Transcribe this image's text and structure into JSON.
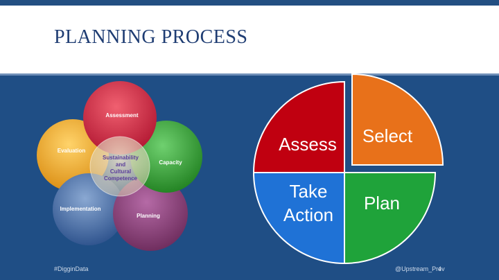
{
  "slide": {
    "title": "PLANNING PROCESS",
    "footer_left": "#DigginData",
    "footer_right": "@Upstream_Prev",
    "page_number": "4"
  },
  "petal_diagram": {
    "center_label_lines": [
      "Sustainability",
      "and",
      "Cultural",
      "Competence"
    ],
    "petals": [
      {
        "label": "Assessment",
        "color": "#c9203a"
      },
      {
        "label": "Capacity",
        "color": "#2e9b2e"
      },
      {
        "label": "Planning",
        "color": "#8c3a74"
      },
      {
        "label": "Implementation",
        "color": "#2a4f8a"
      },
      {
        "label": "Evaluation",
        "color": "#e6a21b"
      }
    ]
  },
  "pie_diagram": {
    "quadrants": [
      {
        "label_lines": [
          "Assess"
        ],
        "color": "#c00010"
      },
      {
        "label_lines": [
          "Select"
        ],
        "color": "#e8711a"
      },
      {
        "label_lines": [
          "Plan"
        ],
        "color": "#1fa33a"
      },
      {
        "label_lines": [
          "Take",
          "Action"
        ],
        "color": "#1f72d6"
      }
    ]
  }
}
